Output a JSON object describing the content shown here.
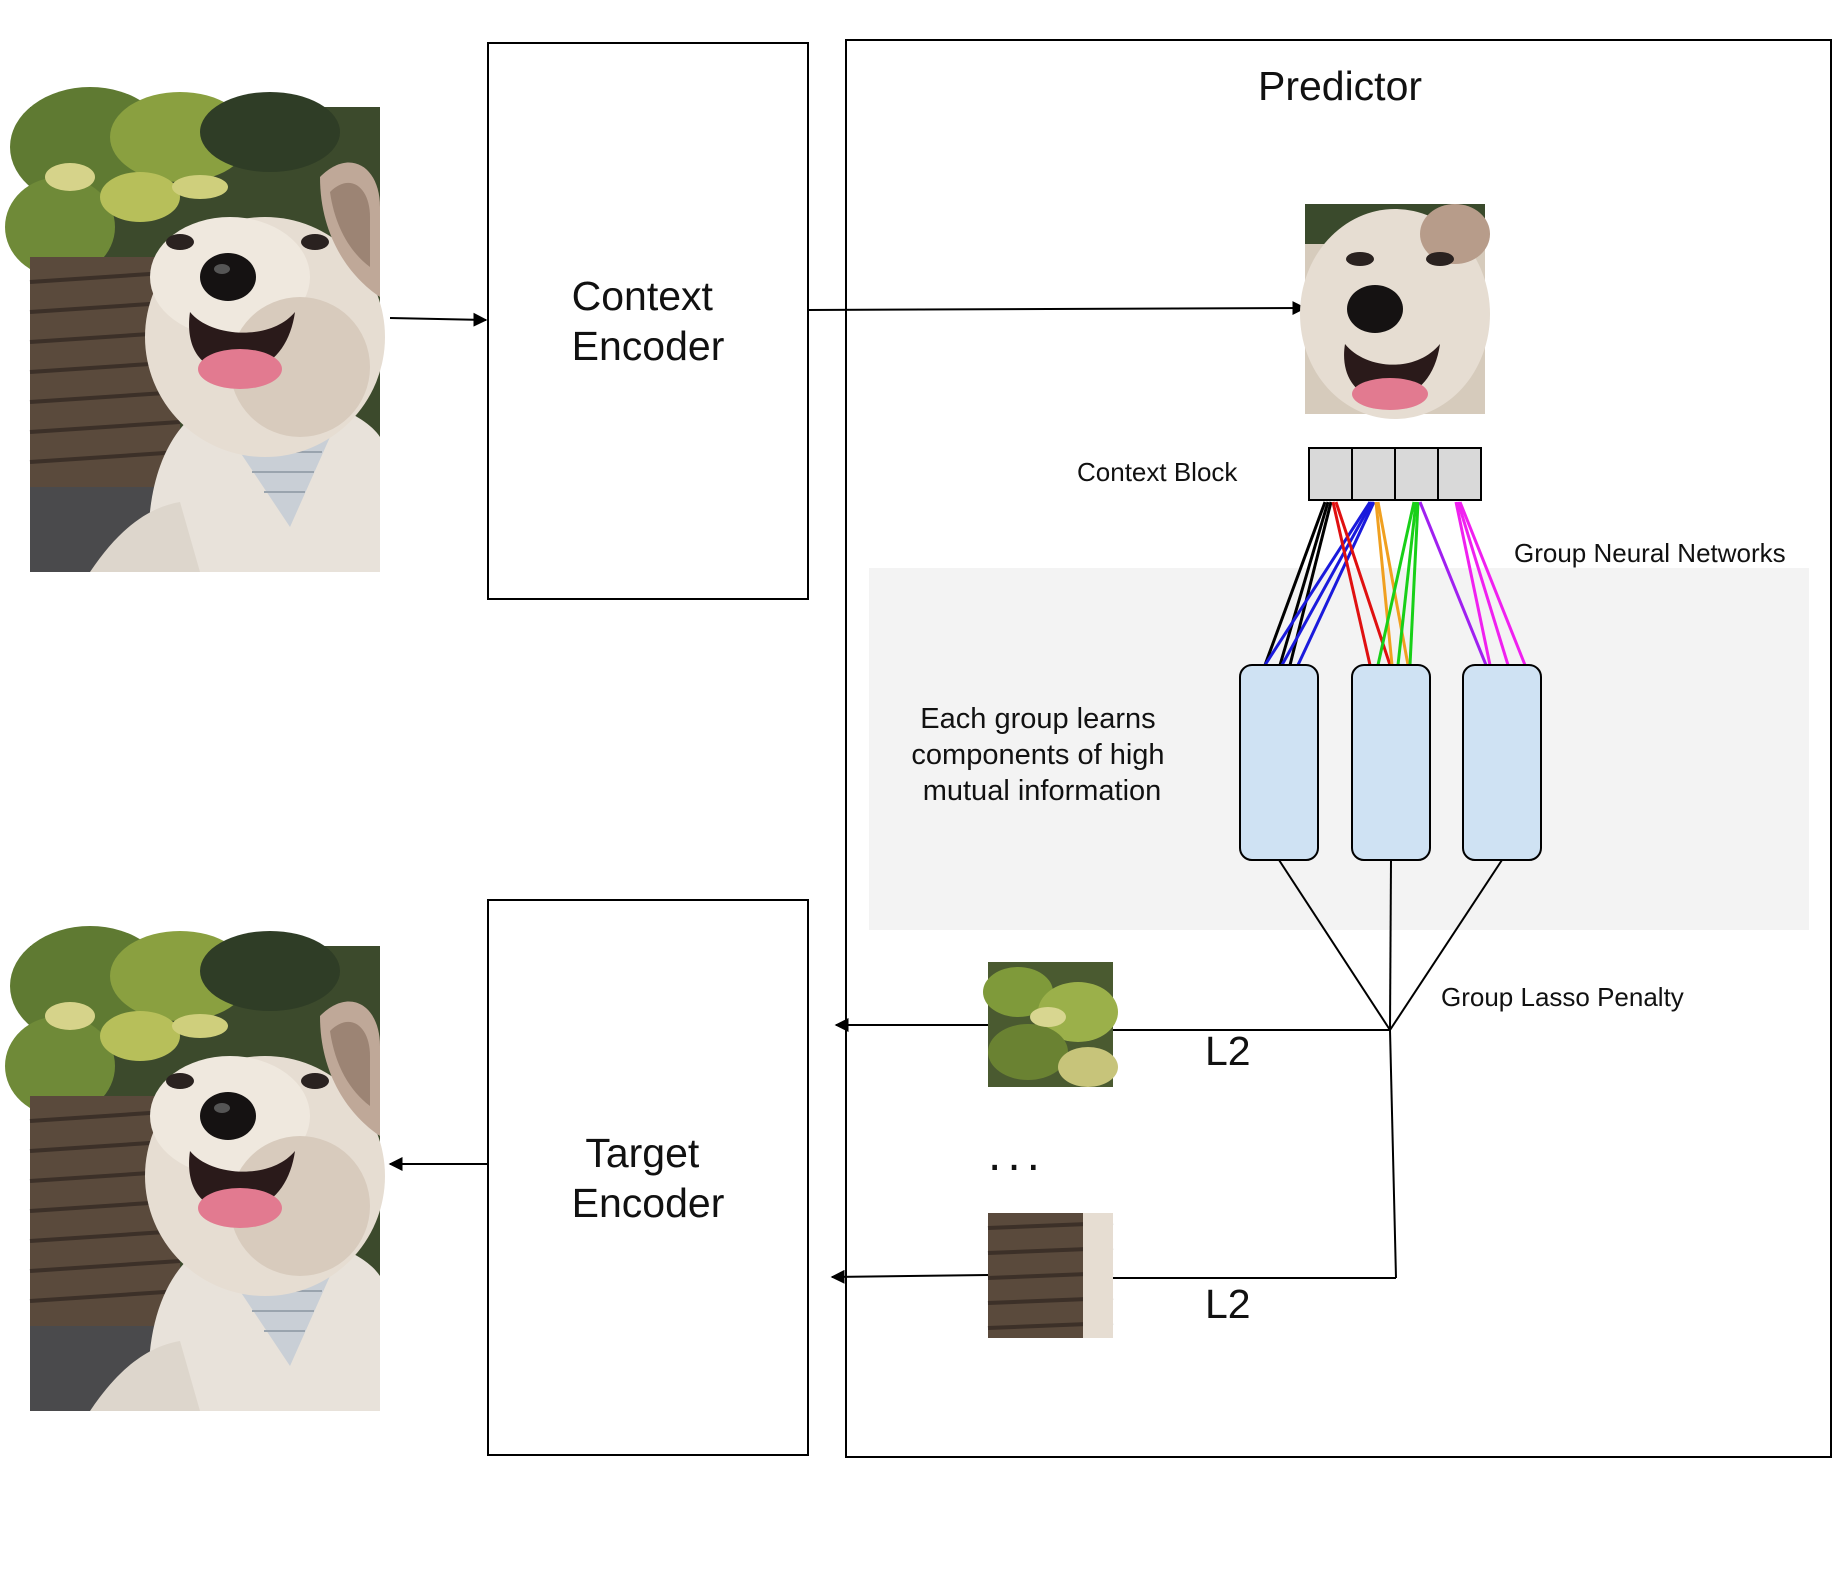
{
  "labels": {
    "context_encoder": [
      "Context",
      "Encoder"
    ],
    "target_encoder": [
      "Target",
      "Encoder"
    ],
    "predictor": "Predictor",
    "context_block": "Context Block",
    "group_neural_networks": "Group Neural Networks",
    "each_group": [
      "Each group learns",
      "components of high",
      "mutual information"
    ],
    "group_lasso_penalty": "Group Lasso Penalty",
    "l2_top": "L2",
    "l2_bottom": "L2",
    "ellipsis": "..."
  },
  "images": {
    "input": "dog-photo",
    "target": "dog-photo",
    "context_crop": "dog-face-crop",
    "target_patch_1": "foliage-patch",
    "target_patch_2": "basket-patch"
  },
  "colors": {
    "context_block_fill": "#d9d9d9",
    "group_net_fill": "#cfe2f3",
    "group_area_fill": "#f3f3f3",
    "connection_colors": [
      "#000000",
      "#1a1adc",
      "#e01010",
      "#f0a020",
      "#18d018",
      "#a020f0",
      "#f020f0"
    ]
  },
  "context_block": {
    "cells": 4
  },
  "group_networks": {
    "count": 3
  }
}
